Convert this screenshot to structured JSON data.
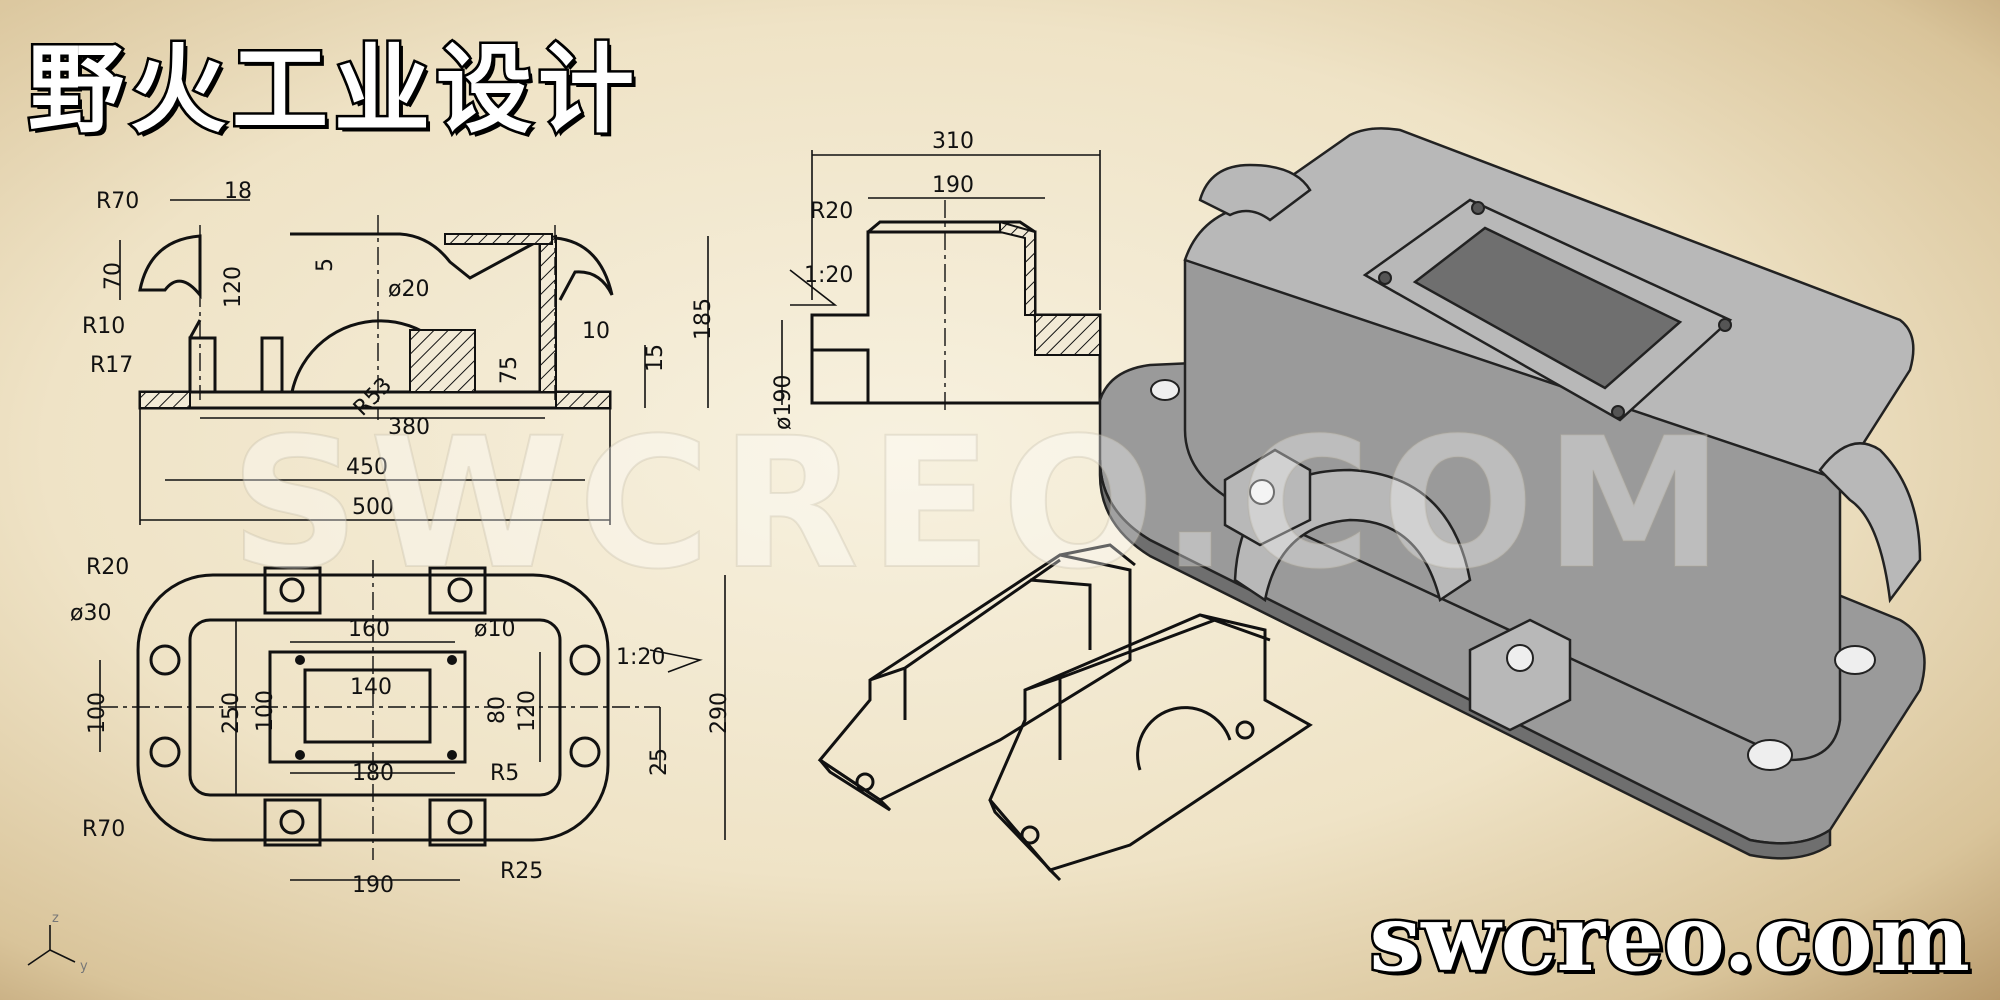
{
  "brand": {
    "title": "野火工业设计",
    "site": "swcreo.com",
    "watermark": "SWCREO.COM"
  },
  "front_view": {
    "dims": [
      "R70",
      "18",
      "70",
      "R10",
      "R17",
      "120",
      "5",
      "ø20",
      "10",
      "15",
      "185",
      "75",
      "R53",
      "380",
      "450",
      "500"
    ]
  },
  "side_view": {
    "dims": [
      "310",
      "190",
      "R20",
      "1:20",
      "ø190"
    ]
  },
  "top_view": {
    "dims": [
      "R20",
      "ø30",
      "160",
      "ø10",
      "100",
      "250",
      "100",
      "140",
      "80",
      "120",
      "1:20",
      "290",
      "25",
      "180",
      "R5",
      "R70",
      "190",
      "R25"
    ]
  },
  "axis": {
    "z": "z",
    "y": "y"
  }
}
